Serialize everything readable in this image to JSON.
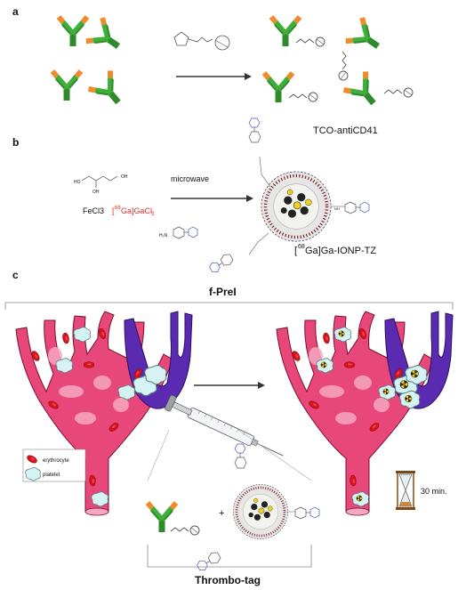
{
  "panels": {
    "a": {
      "label": "a",
      "product_label": "TCO-antiCD41"
    },
    "b": {
      "label": "b",
      "reagent_fecl3": "FeCl3",
      "reagent_gacl3_mass": "68",
      "reagent_gacl3_pre": "[",
      "reagent_gacl3_post": "Ga]GaCl",
      "reagent_gacl3_sub": "3",
      "arrow_label": "microwave",
      "product_pre": "[",
      "product_mass": "68",
      "product_post": "Ga]Ga-IONP-TZ"
    },
    "c": {
      "label": "c",
      "top_bracket_label": "f-PreI",
      "bottom_bracket_label": "Thrombo-tag",
      "legend": {
        "erythrocyte": "erythrocyte",
        "platelet": "platelet"
      },
      "time_label": "30 min.",
      "plus": "+"
    }
  },
  "colors": {
    "antibody_green": "#3fae3a",
    "antibody_orange": "#f08a2a",
    "vessel_pink": "#e8477a",
    "vessel_light": "#f7a8c0",
    "vein_purple": "#5a2bb0",
    "erythrocyte_red": "#d4141c",
    "platelet_cyan": "#d6f3f3",
    "label_red": "#e0302a"
  },
  "icons": [
    "antibody-icon",
    "tco-linker-icon",
    "nanoparticle-icon",
    "syringe-icon",
    "hourglass-icon",
    "erythrocyte-icon",
    "platelet-icon"
  ]
}
